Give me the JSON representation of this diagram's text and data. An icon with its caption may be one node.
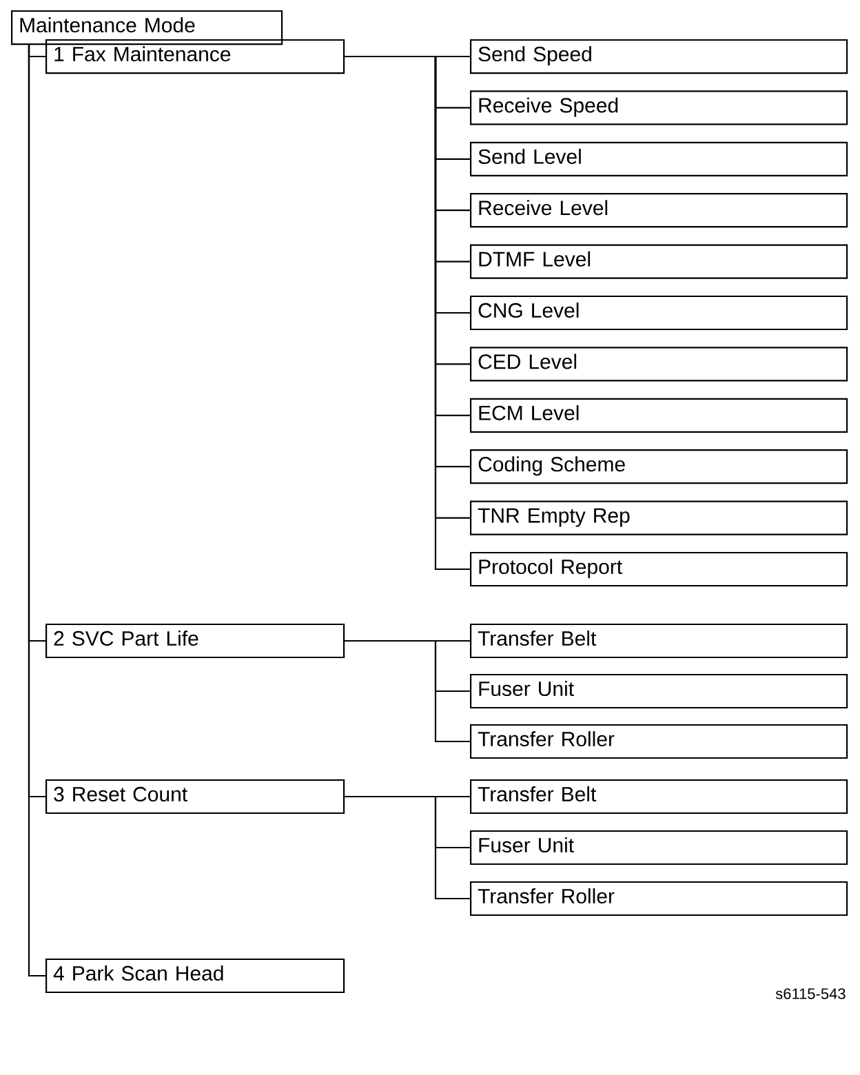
{
  "diagram": {
    "nodes": [
      {
        "text": [
          "Maintenance Mode"
        ]
      },
      {
        "text": [
          "1 Fax Maintenance"
        ]
      },
      {
        "text": [
          "Send Speed"
        ]
      },
      {
        "text": [
          "Receive Speed"
        ]
      },
      {
        "text": [
          "Send Level"
        ]
      },
      {
        "text": [
          "Receive Level"
        ]
      },
      {
        "text": [
          "DTMF Level"
        ]
      },
      {
        "text": [
          "CNG Level"
        ]
      },
      {
        "text": [
          "CED Level"
        ]
      },
      {
        "text": [
          "ECM Level"
        ]
      },
      {
        "text": [
          "Coding Scheme"
        ]
      },
      {
        "text": [
          "TNR Empty Rep"
        ]
      },
      {
        "text": [
          "Protocol Report"
        ]
      },
      {
        "text": [
          "2 SVC Part Life"
        ]
      },
      {
        "text": [
          "Transfer Belt"
        ]
      },
      {
        "text": [
          "Fuser Unit"
        ]
      },
      {
        "text": [
          "Transfer Roller"
        ]
      },
      {
        "text": [
          "3 Reset Count"
        ]
      },
      {
        "text": [
          "Transfer Belt"
        ]
      },
      {
        "text": [
          "Fuser Unit"
        ]
      },
      {
        "text": [
          "Transfer Roller"
        ]
      },
      {
        "text": [
          "4 Park Scan Head"
        ]
      }
    ],
    "edges": [
      {
        "from": 0,
        "to": 1,
        "arrow": "none"
      },
      {
        "from": 0,
        "to": 13,
        "arrow": "none"
      },
      {
        "from": 0,
        "to": 17,
        "arrow": "none"
      },
      {
        "from": 0,
        "to": 21,
        "arrow": "none"
      },
      {
        "from": 1,
        "to": 2,
        "arrow": "none"
      },
      {
        "from": 1,
        "to": 3,
        "arrow": "none"
      },
      {
        "from": 1,
        "to": 4,
        "arrow": "none"
      },
      {
        "from": 1,
        "to": 5,
        "arrow": "none"
      },
      {
        "from": 1,
        "to": 6,
        "arrow": "none"
      },
      {
        "from": 1,
        "to": 7,
        "arrow": "none"
      },
      {
        "from": 1,
        "to": 8,
        "arrow": "none"
      },
      {
        "from": 1,
        "to": 9,
        "arrow": "none"
      },
      {
        "from": 1,
        "to": 10,
        "arrow": "none"
      },
      {
        "from": 1,
        "to": 11,
        "arrow": "none"
      },
      {
        "from": 1,
        "to": 12,
        "arrow": "none"
      },
      {
        "from": 13,
        "to": 14,
        "arrow": "none"
      },
      {
        "from": 13,
        "to": 15,
        "arrow": "none"
      },
      {
        "from": 13,
        "to": 16,
        "arrow": "none"
      },
      {
        "from": 17,
        "to": 18,
        "arrow": "none"
      },
      {
        "from": 17,
        "to": 19,
        "arrow": "none"
      },
      {
        "from": 17,
        "to": 20,
        "arrow": "none"
      }
    ],
    "labels": [
      "s6115-543"
    ]
  }
}
